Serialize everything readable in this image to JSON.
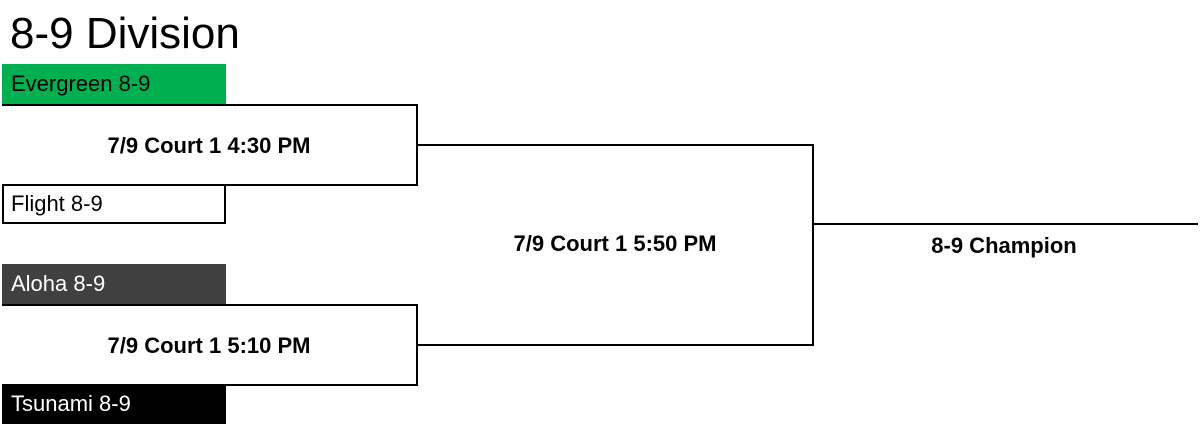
{
  "title": "8-9 Division",
  "teams": {
    "team1": "Evergreen 8-9",
    "team2": "Flight 8-9",
    "team3": "Aloha 8-9",
    "team4": "Tsunami 8-9"
  },
  "colors": {
    "team1_fill": "#00b050",
    "team2_fill": "#ffffff",
    "team3_fill": "#404040",
    "team4_fill": "#000000"
  },
  "matches": {
    "game1": "7/9 Court 1 4:30 PM",
    "game2": "7/9 Court 1 5:10 PM",
    "final": "7/9 Court 1 5:50 PM"
  },
  "champion": "8-9 Champion"
}
